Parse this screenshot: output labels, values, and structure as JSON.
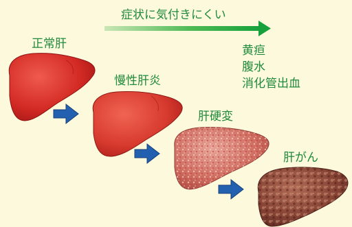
{
  "progression_label": "症状に気付きにくい",
  "stages": [
    {
      "label": "正常肝"
    },
    {
      "label": "慢性肝炎"
    },
    {
      "label": "肝硬変"
    },
    {
      "label": "肝がん"
    }
  ],
  "symptoms": [
    "黄疸",
    "腹水",
    "消化管出血"
  ],
  "colors": {
    "background": "#fdf9dc",
    "text": "#1f8a3b",
    "arrow_green": "#16a13c",
    "arrow_blue": "#2460b0"
  }
}
